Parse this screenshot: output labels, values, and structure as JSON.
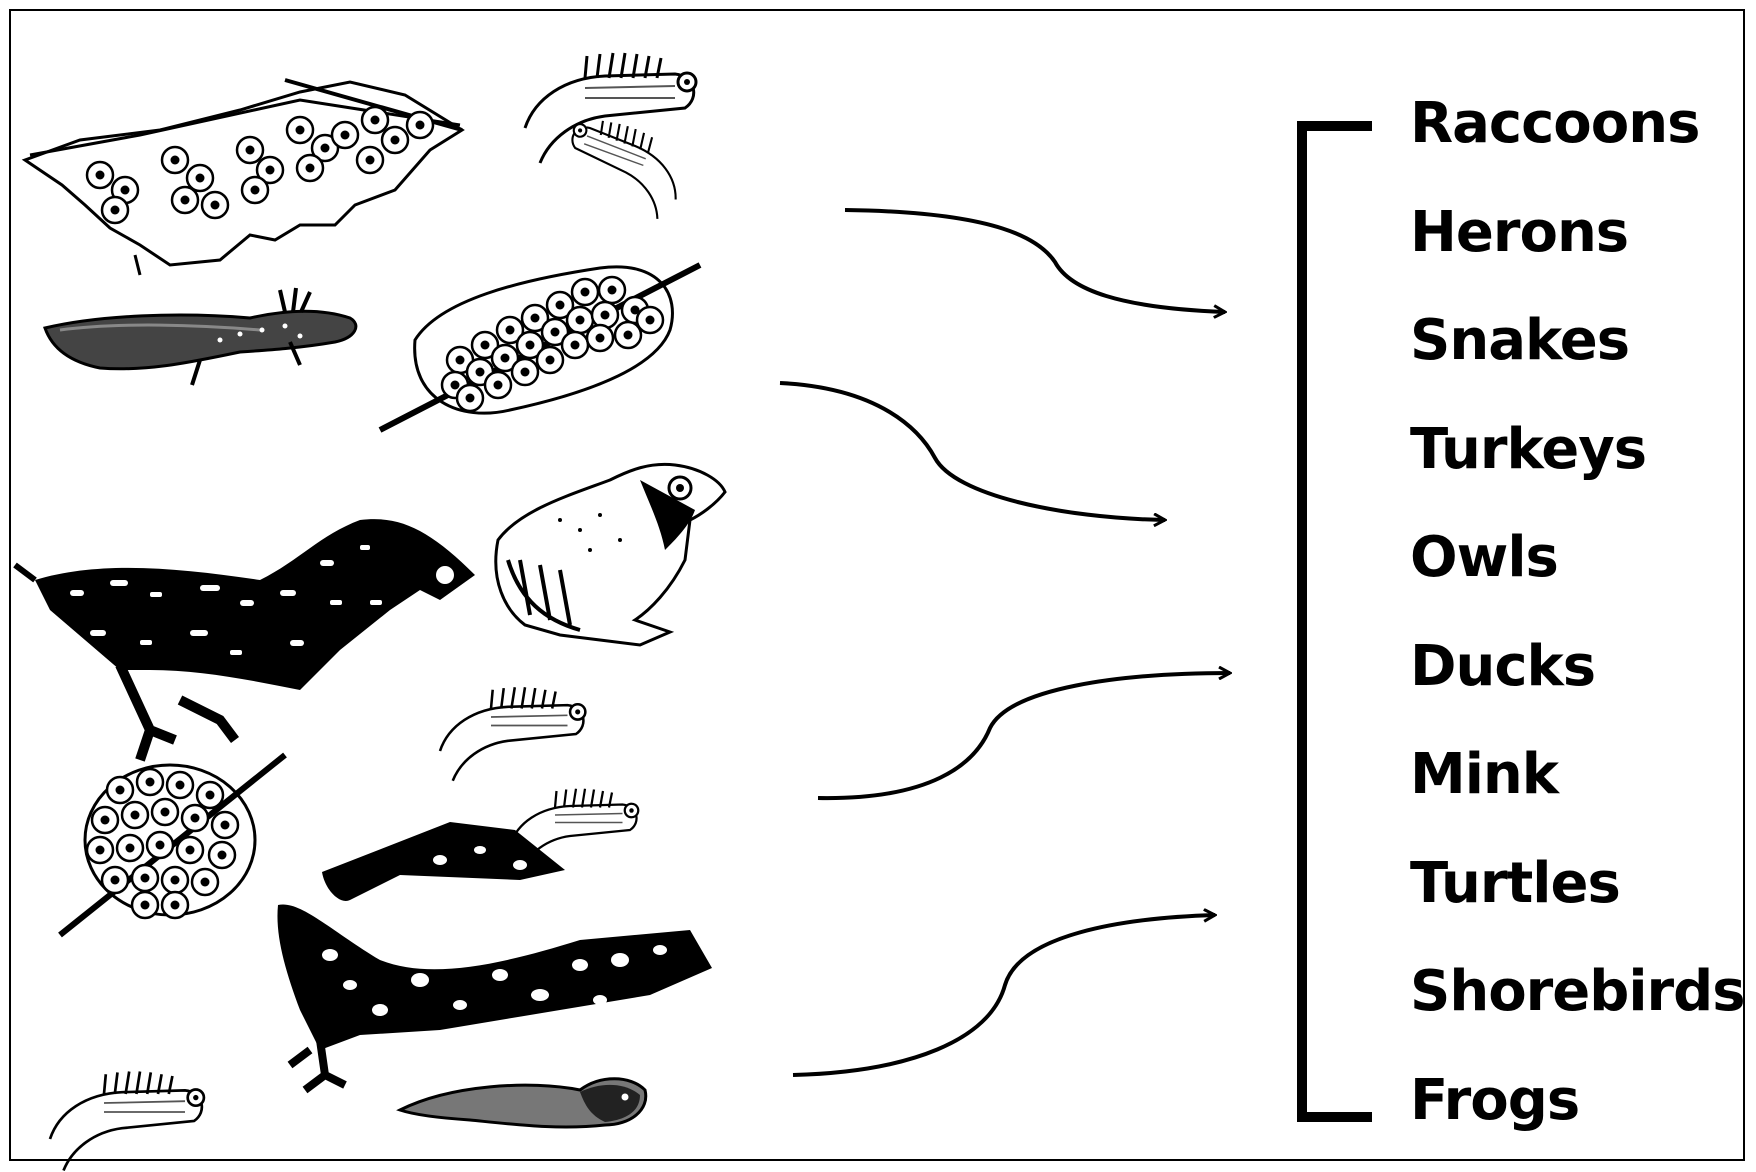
{
  "predators": [
    "Raccoons",
    "Herons",
    "Snakes",
    "Turkeys",
    "Owls",
    "Ducks",
    "Mink",
    "Turtles",
    "Shorebirds",
    "Frogs"
  ],
  "figures": [
    "frog-egg-mass-on-leaf",
    "fairy-shrimp-1",
    "fairy-shrimp-2",
    "salamander-larva",
    "salamander-egg-mass-on-twig",
    "spotted-salamander-adult-1",
    "wood-frog-adult",
    "fairy-shrimp-3",
    "fairy-shrimp-4",
    "salamander-egg-cluster",
    "spotted-salamander-adult-2",
    "fairy-shrimp-5",
    "tadpole"
  ],
  "colors": {
    "ink": "#000000",
    "paper": "#ffffff",
    "shade": "#555555"
  }
}
